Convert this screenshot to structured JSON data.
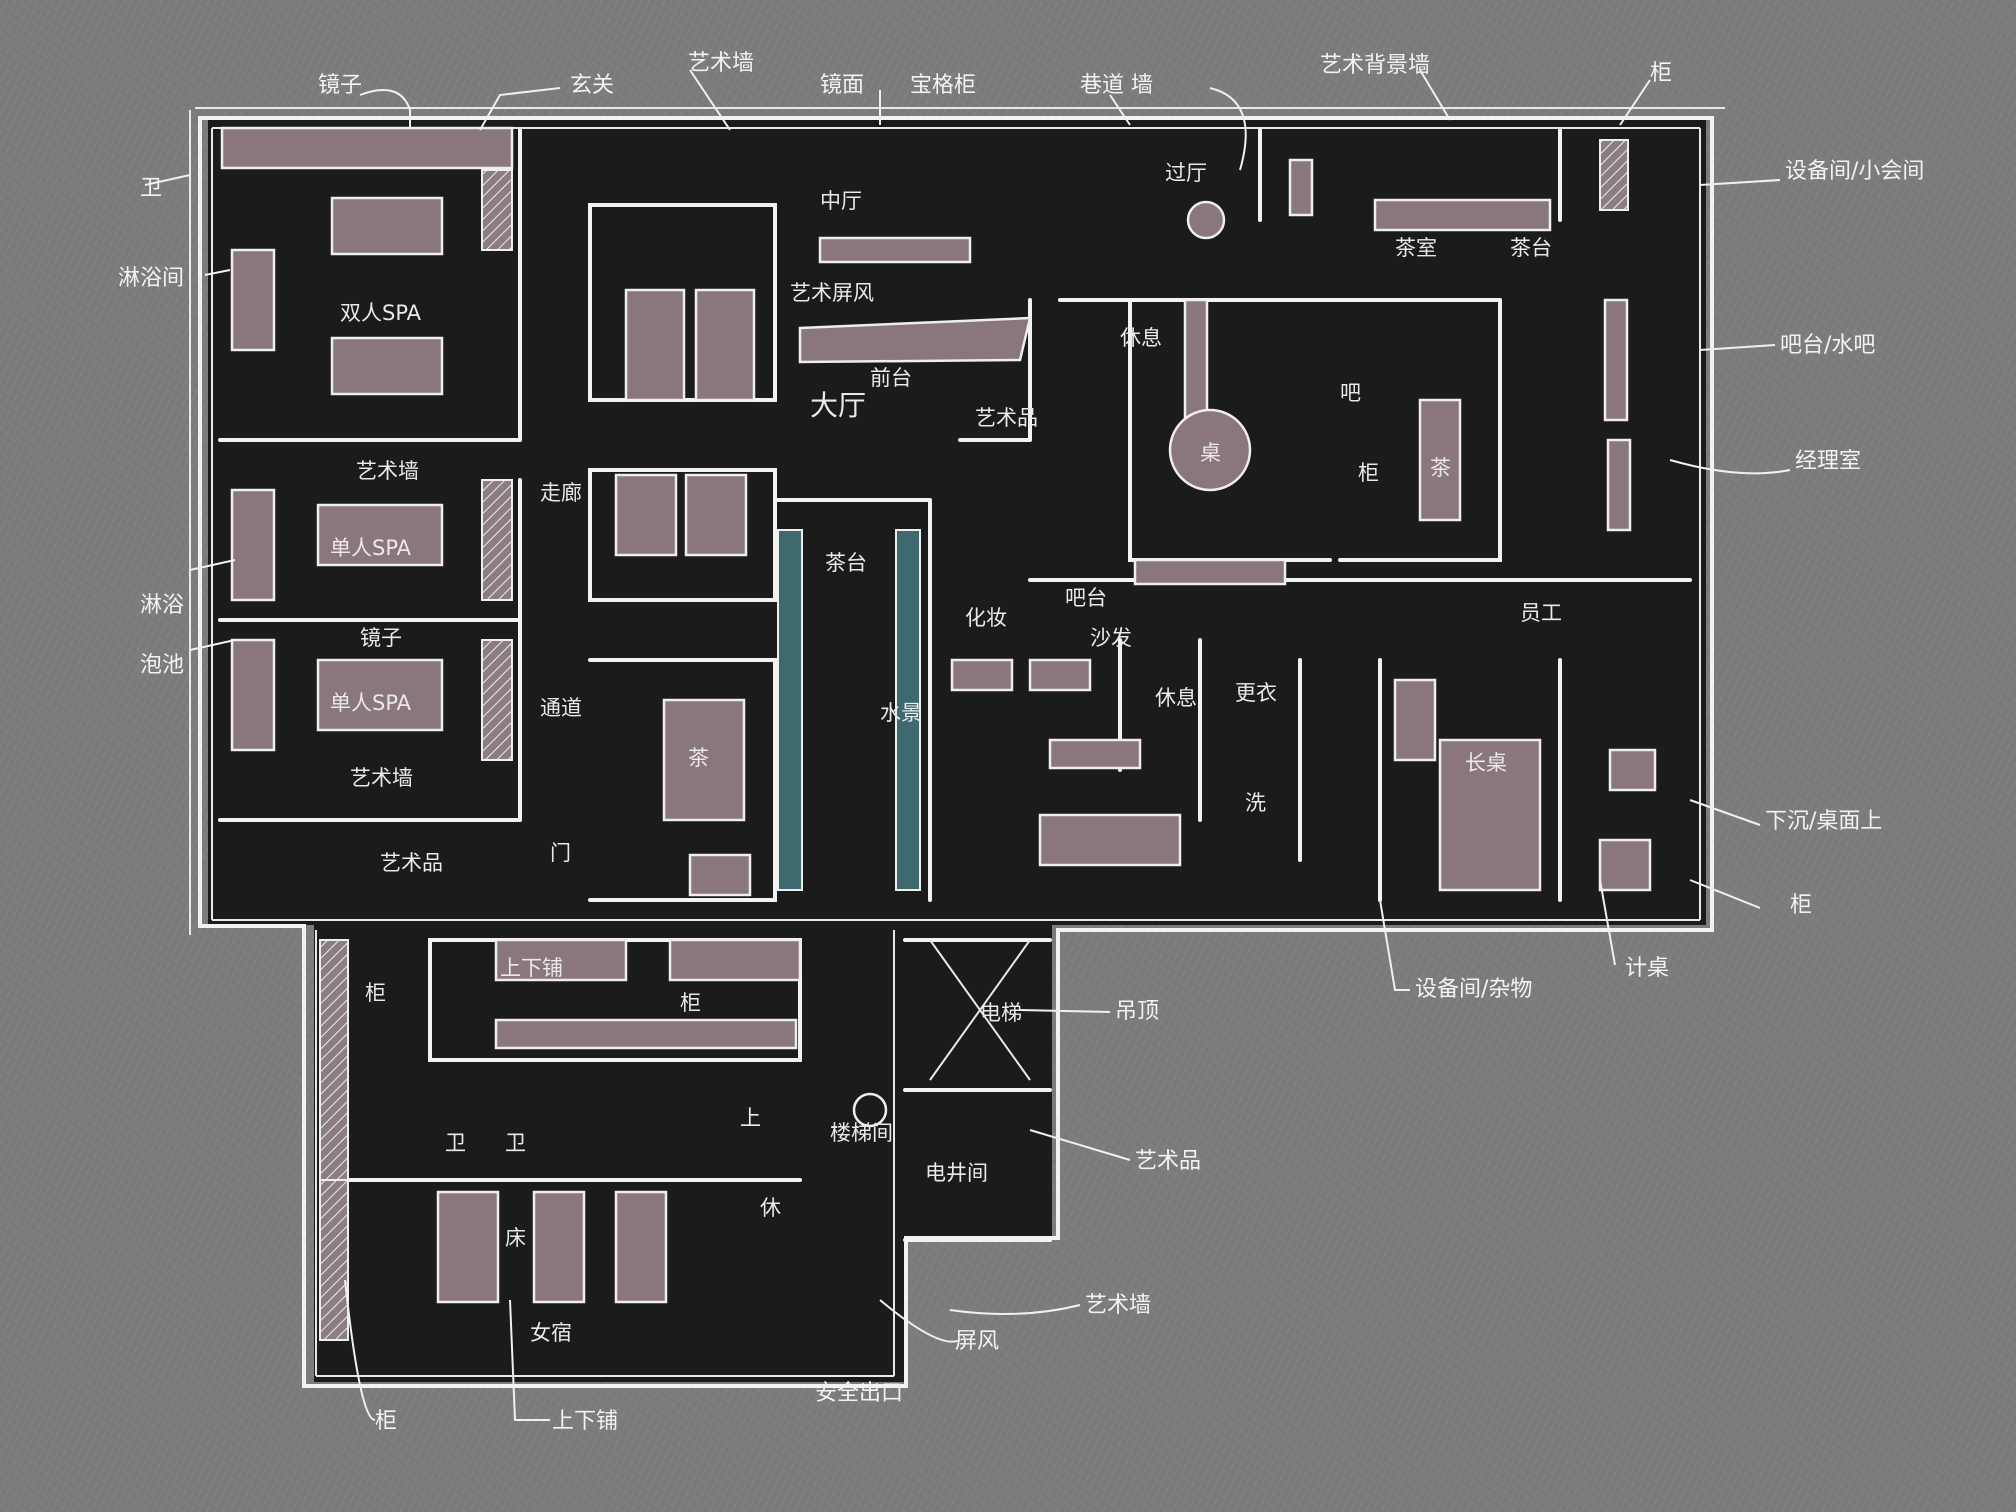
{
  "labels": {
    "top_left_1": "镜子",
    "top_wall_1": "玄关",
    "top_wall_2": "艺术墙",
    "top_wall_3": "镜面",
    "top_wall_4": "宝格柜",
    "top_wall_5": "巷道 墙",
    "top_wall_6": "艺术背景墙",
    "top_right_1": "柜",
    "right_1": "设备间/小会间",
    "right_2": "吧台/水吧",
    "right_3": "经理室",
    "right_4": "下沉/桌面上",
    "right_5": "柜",
    "left_1": "卫",
    "left_2": "淋浴间",
    "left_3": "淋浴",
    "left_4": "泡池",
    "bottom_1": "设备间/杂物",
    "bottom_2": "计桌",
    "bottom_3": "吊顶",
    "bottom_4": "艺术品",
    "bottom_5": "艺术墙",
    "bottom_6": "屏风",
    "bottom_7": "柜",
    "bottom_8": "上下铺",
    "bottom_9": "安全出口"
  },
  "rooms": {
    "double_spa": "双人SPA",
    "single_spa_1": "单人SPA",
    "single_spa_2": "单人SPA",
    "mirror_1": "艺术墙",
    "mirror_2": "镜子",
    "mirror_3": "艺术墙",
    "lobby": "大厅",
    "corridor": "走廊",
    "center_hall": "中厅",
    "reception": "前台",
    "screen": "艺术屏风",
    "aisle": "通道",
    "artwork_1": "艺术品",
    "water_feature": "水景",
    "table_top": "茶台",
    "tea": "茶",
    "artwork_2": "艺术品",
    "arch": "过厅",
    "chairs": "茶室",
    "desk": "茶台",
    "rest": "休息",
    "bar": "吧台",
    "bar2": "吧",
    "counter": "柜",
    "manager": "茶",
    "large_desk": "桌",
    "staff": "员工",
    "lounge": "休息",
    "change": "更衣",
    "wash": "洗",
    "long_table": "长桌",
    "dressing": "化妆",
    "sofa": "沙发",
    "shelf": "上下铺",
    "cabinet": "柜",
    "elevator": "电梯",
    "up": "上",
    "stair": "楼梯间",
    "mep": "电井间",
    "wc1": "卫",
    "wc2": "卫",
    "women": "女宿",
    "bed": "床",
    "cab2": "柜",
    "rest2": "休",
    "door": "门"
  }
}
